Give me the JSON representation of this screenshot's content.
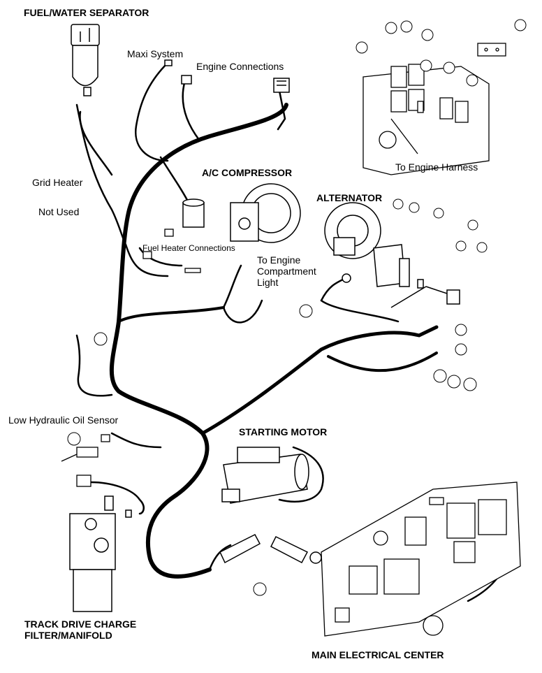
{
  "title": "",
  "labels": {
    "fuel_water_separator": "FUEL/WATER SEPARATOR",
    "maxi_system": "Maxi System",
    "engine_connections": "Engine Connections",
    "to_engine_harness": "To Engine Harness",
    "ac_compressor": "A/C COMPRESSOR",
    "grid_heater": "Grid Heater",
    "not_used": "Not Used",
    "alternator": "ALTERNATOR",
    "fuel_heater_connections": "Fuel Heater Connections",
    "to_engine_compartment_light": [
      "To Engine",
      "Compartment",
      "Light"
    ],
    "low_hydraulic_oil_sensor": "Low Hydraulic Oil Sensor",
    "starting_motor": "STARTING MOTOR",
    "track_drive_charge_filter_manifold": [
      "TRACK DRIVE CHARGE",
      "FILTER/MANIFOLD"
    ],
    "main_electrical_center": "MAIN ELECTRICAL CENTER"
  },
  "colors": {
    "ink": "#000000",
    "paper": "#ffffff"
  }
}
